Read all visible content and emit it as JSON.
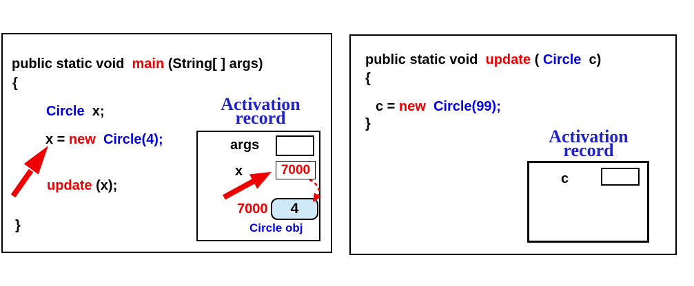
{
  "colors": {
    "code_red": "#ee0000",
    "code_blue": "#0000e6",
    "title_blue": "#2222cc",
    "object_fill": "#cfe9f9",
    "arrow_red": "#ee0000"
  },
  "left_panel": {
    "signature": {
      "modifiers": "public static void  ",
      "method_name": "main",
      "params": " (String[ ] args)"
    },
    "brace_open": "{",
    "decl_line": {
      "type": "Circle",
      "rest": "  x;"
    },
    "assign_line": {
      "lhs": "x = ",
      "keyword": "new",
      "ctor": "  Circle(4);"
    },
    "call_line": {
      "method_name": "update",
      "args": " (x);"
    },
    "brace_close": "}",
    "activation_record": {
      "title_line1": "Activation",
      "title_line2": "record",
      "rows": [
        {
          "label": "args",
          "value": ""
        },
        {
          "label": "x",
          "value": "7000"
        }
      ],
      "heap_address": "7000",
      "object_value": "4",
      "object_caption": "Circle obj"
    }
  },
  "right_panel": {
    "signature": {
      "modifiers": "public static void  ",
      "method_name": "update",
      "paren": " ( ",
      "param_type": "Circle",
      "param_rest": "  c)"
    },
    "brace_open": "{",
    "assign_line": {
      "lhs": "c = ",
      "keyword": "new",
      "ctor": "  Circle(99);"
    },
    "brace_close": "}",
    "activation_record": {
      "title_line1": "Activation",
      "title_line2": "record",
      "rows": [
        {
          "label": "c",
          "value": ""
        }
      ]
    }
  }
}
